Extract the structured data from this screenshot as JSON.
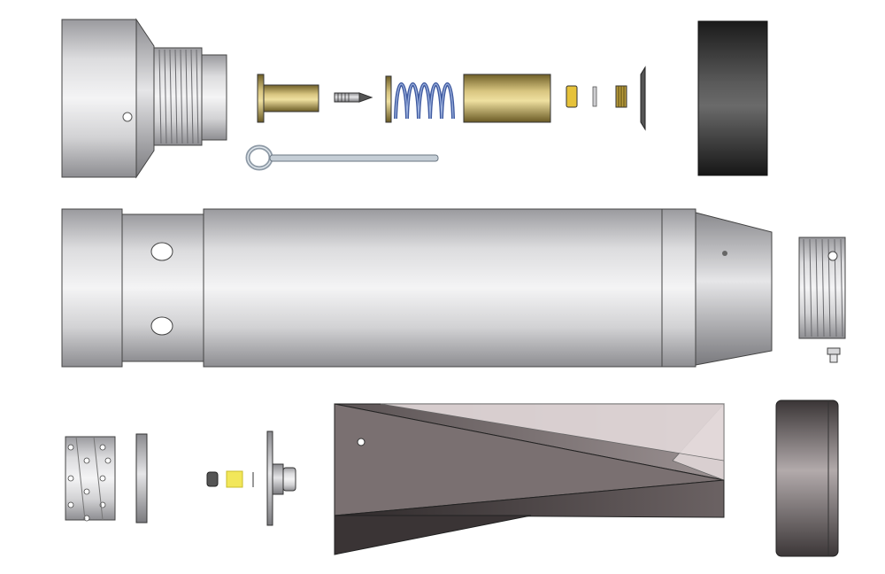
{
  "figure": {
    "kind": "exploded-assembly-drawing",
    "background": "#ffffff",
    "parts": [
      "nose-cap",
      "primer-cup",
      "firing-pin",
      "washer",
      "main-spring",
      "spring-sleeve",
      "striker-sleeve",
      "pull-ring-pin",
      "small-collar",
      "thin-shim",
      "threaded-bush",
      "end-disc",
      "base-cap",
      "main-body-tube",
      "threaded-nut",
      "set-screw",
      "vented-sleeve",
      "flat-ring",
      "o-ring",
      "yellow-spacer",
      "flange-plug",
      "fin-section",
      "end-cap-bottom"
    ],
    "colors": {
      "metal_light": "#e8e8ea",
      "metal_mid": "#bdbdc0",
      "metal_dark": "#6e6e72",
      "brass": "#c8b26a",
      "brass_dark": "#7d6a2e",
      "spring_blue": "#3f5aa0",
      "yellow": "#f2e75a",
      "black_cap": "#2a2a2a",
      "fin_dark": "#4a4445",
      "fin_light": "#d9cfd0"
    }
  }
}
